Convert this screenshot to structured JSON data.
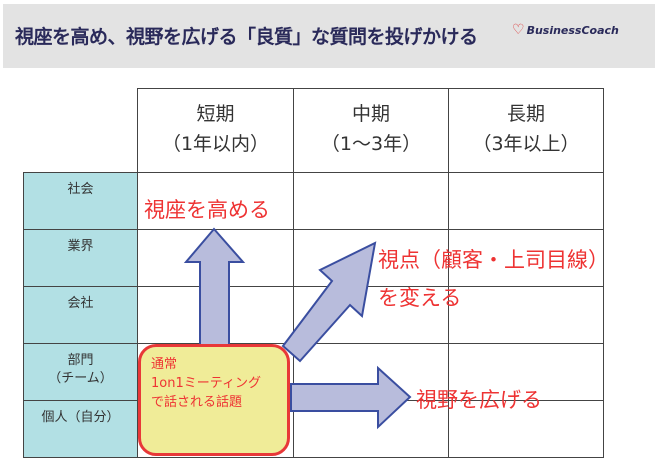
{
  "header": {
    "title": "視座を高め、視野を広げる「良質」な質問を投げかける",
    "logo": "BusinessCoach"
  },
  "columns": [
    {
      "line1": "短期",
      "line2": "（1年以内）"
    },
    {
      "line1": "中期",
      "line2": "（1～3年）"
    },
    {
      "line1": "長期",
      "line2": "（3年以上）"
    }
  ],
  "rows": [
    {
      "line1": "社会",
      "line2": ""
    },
    {
      "line1": "業界",
      "line2": ""
    },
    {
      "line1": "会社",
      "line2": ""
    },
    {
      "line1": "部門",
      "line2": "（チーム）"
    },
    {
      "line1": "個人（自分）",
      "line2": ""
    }
  ],
  "box": {
    "line1": "通常",
    "line2": "1on1ミーティング",
    "line3": "で話される話題"
  },
  "labels": {
    "up": "視座を高める",
    "diag1": "視点（顧客・上司目線）",
    "diag2": "を変える",
    "right": "視野を広げる"
  }
}
